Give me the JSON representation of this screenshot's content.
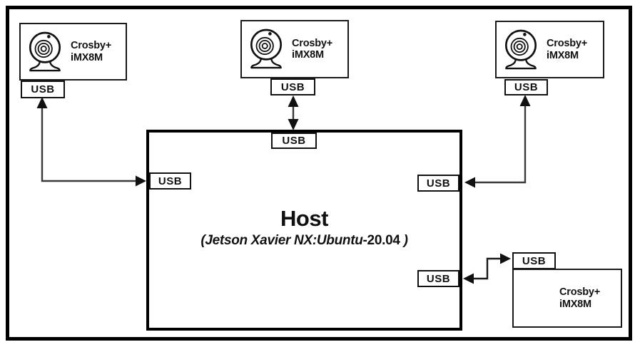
{
  "diagram": {
    "cameras": {
      "top_left": {
        "name_line1": "Crosby+",
        "name_line2": "iMX8M",
        "port_label": "USB"
      },
      "top_center": {
        "name_line1": "Crosby+",
        "name_line2": "iMX8M",
        "port_label": "USB"
      },
      "top_right": {
        "name_line1": "Crosby+",
        "name_line2": "iMX8M",
        "port_label": "USB"
      },
      "bottom_right": {
        "name_line1": "Crosby+",
        "name_line2": "iMX8M",
        "port_label": "USB"
      }
    },
    "host": {
      "title": "Host",
      "subtitle_prefix": "(Jetson Xavier NX:Ubuntu",
      "subtitle_version": "-20.04",
      "subtitle_suffix": " )",
      "port_top": "USB",
      "port_left": "USB",
      "port_right_upper": "USB",
      "port_right_lower": "USB"
    },
    "colors": {
      "line": "#3a3a3a",
      "arrowhead": "#111111",
      "border": "#000000",
      "background": "#ffffff"
    }
  }
}
